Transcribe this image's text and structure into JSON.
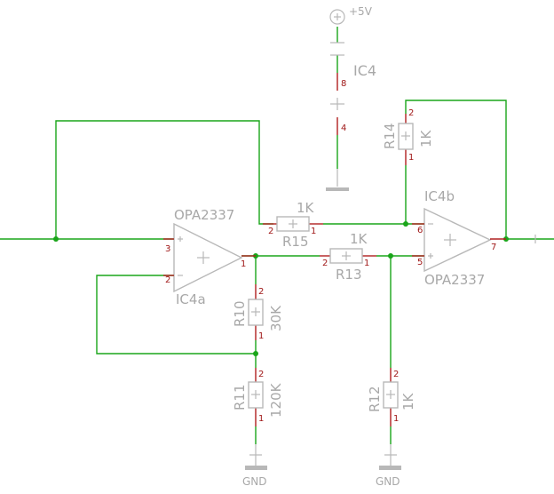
{
  "power": {
    "supply_label": "+5V",
    "ground_label": "GND"
  },
  "ic4": {
    "supply_name": "IC4",
    "supply_pins": {
      "vcc": "8",
      "gnd": "4"
    },
    "amp_a": {
      "name": "IC4a",
      "value": "OPA2337",
      "pins": {
        "in_plus": "3",
        "in_minus": "2",
        "out": "1"
      }
    },
    "amp_b": {
      "name": "IC4b",
      "value": "OPA2337",
      "pins": {
        "in_minus": "6",
        "in_plus": "5",
        "out": "7"
      }
    }
  },
  "resistors": {
    "r15": {
      "name": "R15",
      "value": "1K",
      "pin_a": "2",
      "pin_b": "1"
    },
    "r13": {
      "name": "R13",
      "value": "1K",
      "pin_a": "2",
      "pin_b": "1"
    },
    "r14": {
      "name": "R14",
      "value": "1K",
      "pin_top": "2",
      "pin_bottom": "1"
    },
    "r10": {
      "name": "R10",
      "value": "30K",
      "pin_top": "2",
      "pin_bottom": "1"
    },
    "r11": {
      "name": "R11",
      "value": "120K",
      "pin_top": "2",
      "pin_bottom": "1"
    },
    "r12": {
      "name": "R12",
      "value": "1K",
      "pin_top": "2",
      "pin_bottom": "1"
    }
  },
  "colors": {
    "wire": "#1aa51a",
    "pin": "#b02020",
    "symbol": "#b8b8b8",
    "label": "#a8a8a8"
  }
}
